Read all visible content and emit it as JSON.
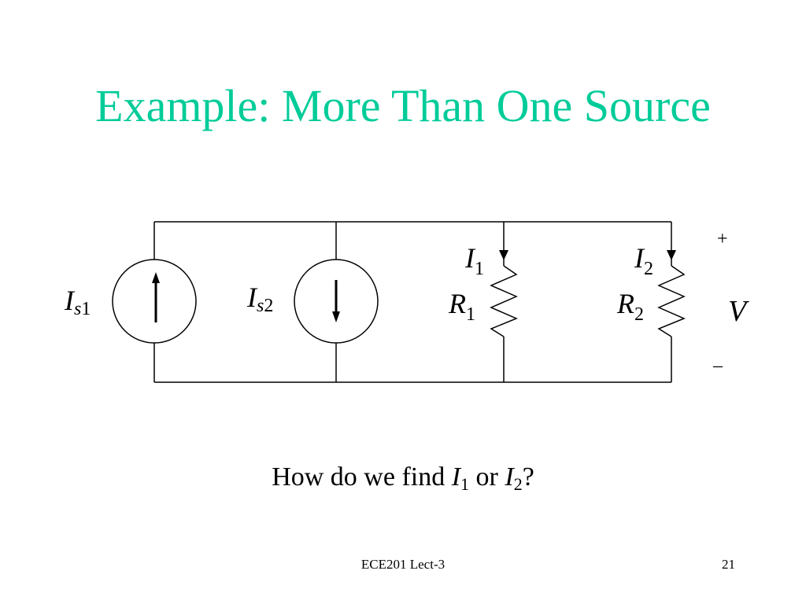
{
  "slide": {
    "title": "Example: More Than One Source",
    "footer_left": "ECE201 Lect-3",
    "page_number": "21",
    "accent_color": "#00cc99"
  },
  "circuit": {
    "source1": {
      "main": "I",
      "sub_s": "s",
      "sub_n": "1"
    },
    "source2": {
      "main": "I",
      "sub_s": "s",
      "sub_n": "2"
    },
    "current1": {
      "main": "I",
      "sub": "1"
    },
    "current2": {
      "main": "I",
      "sub": "2"
    },
    "resistor1": {
      "main": "R",
      "sub": "1"
    },
    "resistor2": {
      "main": "R",
      "sub": "2"
    },
    "voltage": {
      "plus": "+",
      "main": "V",
      "minus": "–"
    }
  },
  "question": {
    "before": "How do we find ",
    "var1": "I",
    "sub1": "1",
    "middle": " or ",
    "var2": "I",
    "sub2": "2",
    "after": "?"
  }
}
